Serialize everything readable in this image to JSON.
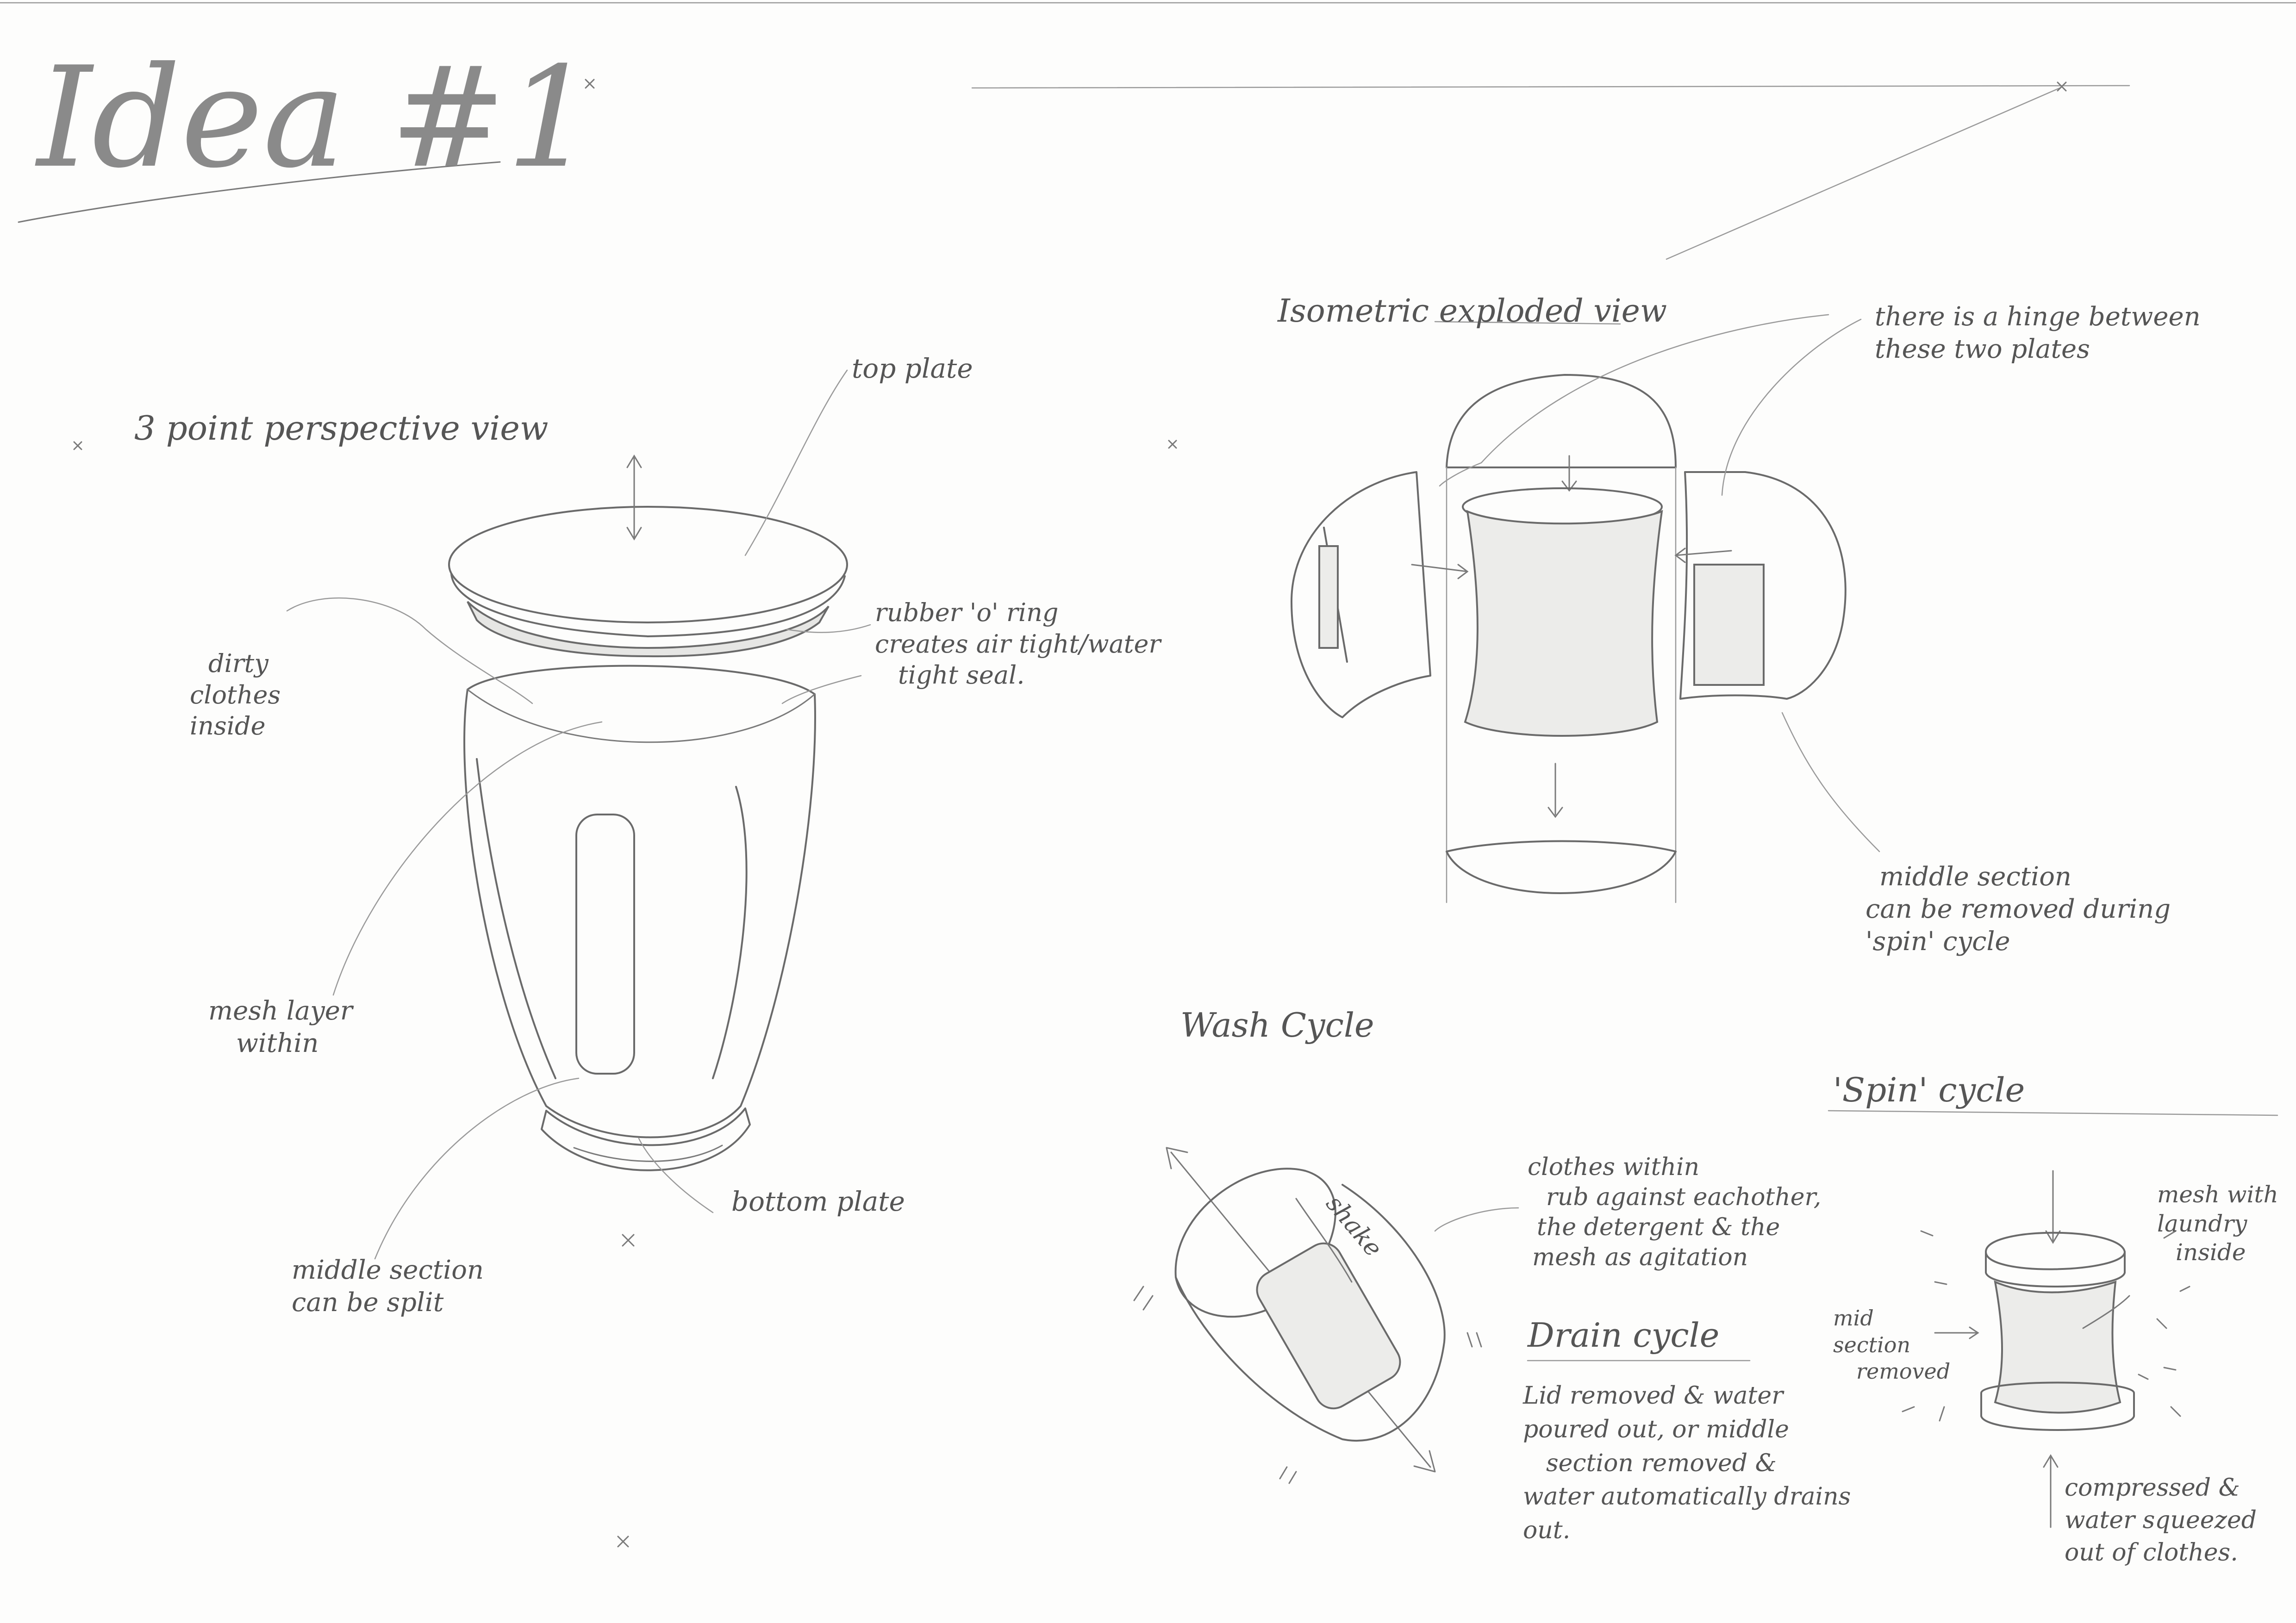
{
  "title": "Idea #1",
  "sections": {
    "perspective": "3 point perspective view",
    "isometric": "Isometric exploded view",
    "wash": "Wash Cycle",
    "spin": "'Spin' cycle",
    "drain": "Drain cycle"
  },
  "annotations": {
    "top_plate": "top plate",
    "rubber_ring": [
      "rubber 'o' ring",
      "creates air tight/water",
      "tight seal."
    ],
    "dirty_clothes": [
      "dirty",
      "clothes",
      "inside"
    ],
    "mesh_layer": [
      "mesh layer",
      "within"
    ],
    "bottom_plate": "bottom plate",
    "middle_split": [
      "middle section",
      "can be split"
    ],
    "hinge": [
      "there is a hinge between",
      "these two plates"
    ],
    "middle_removed": [
      "middle section",
      "can be removed during",
      "'spin' cycle"
    ],
    "shake": "shake",
    "clothes_within": [
      "clothes within",
      "rub against eachother,",
      "the detergent & the",
      "mesh as agitation"
    ],
    "drain_text": [
      "Lid removed & water",
      "poured out, or middle",
      "section removed &",
      "water automatically drains",
      "out."
    ],
    "mesh_laundry": [
      "mesh with",
      "laundry",
      "inside"
    ],
    "mid_removed": [
      "mid",
      "section",
      "removed"
    ],
    "compressed": [
      "compressed &",
      "water squeezed",
      "out of clothes."
    ]
  },
  "colors": {
    "ink": "#6a6a6a",
    "paper": "#fdfdfc"
  }
}
